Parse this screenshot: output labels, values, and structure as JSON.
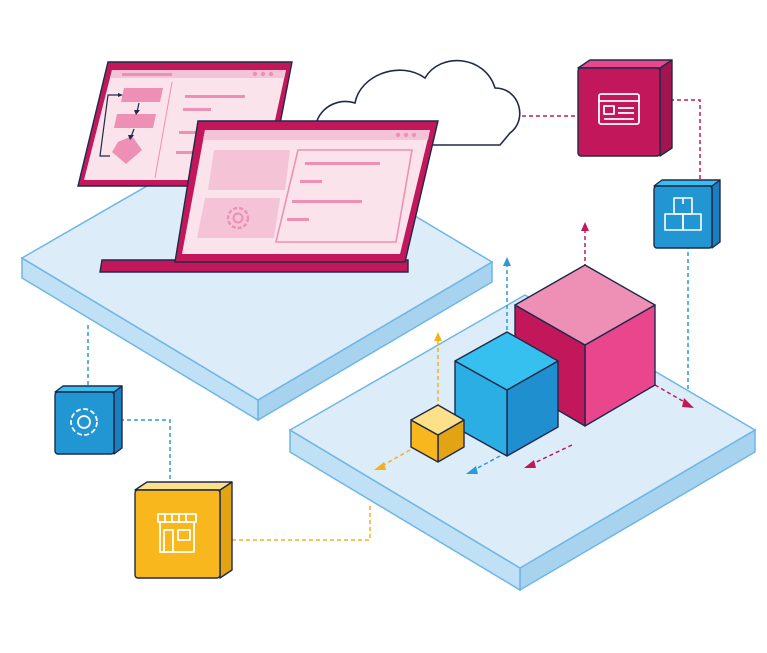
{
  "illustration": {
    "colors": {
      "outline": "#1f2a4a",
      "platform_top": "#dcecf8",
      "platform_side": "#a7d3ef",
      "magenta": "#c2185b",
      "magenta_dark": "#a3154e",
      "pink": "#f4c3d6",
      "pink_light": "#fbe3ec",
      "pink_mid": "#ee8fb5",
      "blue": "#2196d3",
      "blue_light": "#36c0f0",
      "blue_dark": "#1a7fc0",
      "yellow": "#f7b71d",
      "yellow_light": "#fde08a",
      "yellow_dark": "#e3a413",
      "cloud": "#ffffff",
      "connector_pink": "#c2185b",
      "connector_blue": "#2a9bd6",
      "connector_yellow": "#f2b21c"
    },
    "tiles": {
      "document": {
        "icon": "document-icon",
        "color": "magenta"
      },
      "packages": {
        "icon": "boxes-icon",
        "color": "blue"
      },
      "settings": {
        "icon": "gear-icon",
        "color": "blue"
      },
      "store": {
        "icon": "storefront-icon",
        "color": "yellow"
      }
    },
    "cubes": [
      "small-yellow-cube",
      "medium-blue-cube",
      "large-pink-cube"
    ]
  }
}
